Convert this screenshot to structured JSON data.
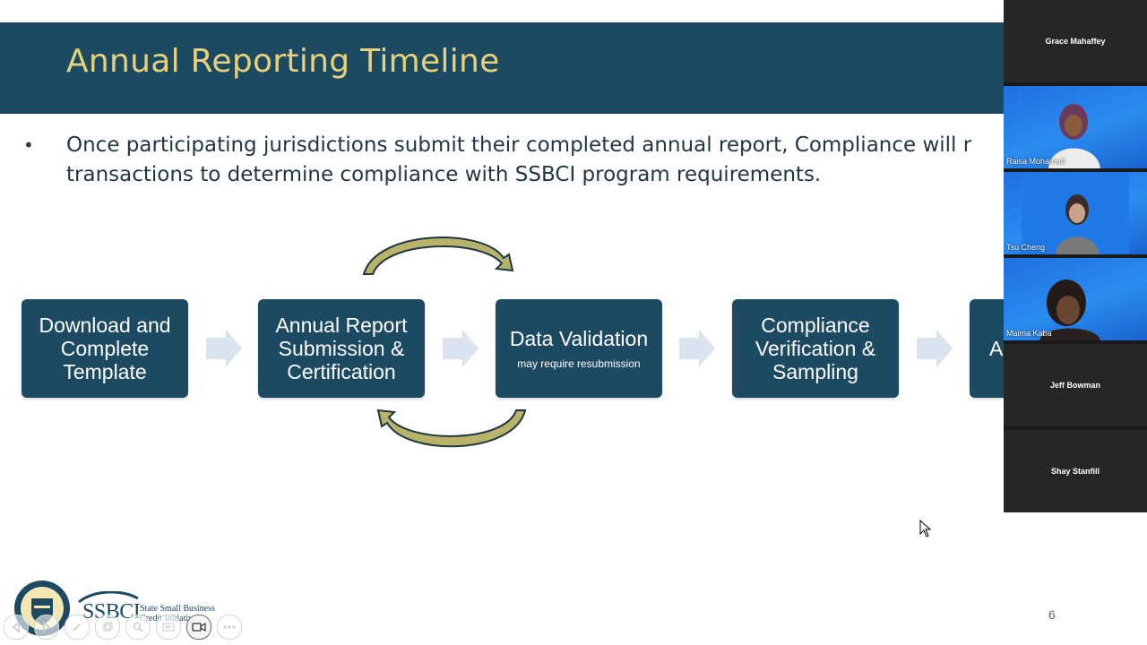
{
  "slide": {
    "title": "Annual Reporting Timeline",
    "bullet": "Once participating jurisdictions submit their completed annual report, Compliance will r transactions to determine compliance with SSBCI program requirements.",
    "steps": [
      {
        "label_lines": [
          "Download and",
          "Complete",
          "Template"
        ],
        "sub": ""
      },
      {
        "label_lines": [
          "Annual Report",
          "Submission &",
          "Certification"
        ],
        "sub": ""
      },
      {
        "label_lines": [
          "Data Validation"
        ],
        "sub": "may require resubmission"
      },
      {
        "label_lines": [
          "Compliance",
          "Verification &",
          "Sampling"
        ],
        "sub": ""
      },
      {
        "label_lines": [
          "A"
        ],
        "sub": ""
      }
    ],
    "page_number": "6",
    "logo": {
      "ssbci_word": "SSBCI",
      "ssbci_line1": "State Small Business",
      "ssbci_line2": "Credit Initiative"
    },
    "colors": {
      "title_bar": "#1d4a63",
      "title_text": "#e7d27a",
      "step_fill": "#1d4a63",
      "arrow_fill": "#d9e4f0",
      "cycle_fill": "#b7b46a"
    }
  },
  "participants": [
    {
      "name": "Grace Mahaffey",
      "video": false
    },
    {
      "name": "Raisa Mohamud",
      "video": true
    },
    {
      "name": "Tsu Cheng",
      "video": true
    },
    {
      "name": "Maima Kaba",
      "video": true
    },
    {
      "name": "Jeff Bowman",
      "video": false
    },
    {
      "name": "Shay Stanfill",
      "video": false
    }
  ],
  "toolbar": {
    "icons": [
      "prev-icon",
      "next-icon",
      "pen-icon",
      "copy-icon",
      "zoom-icon",
      "subtitles-icon",
      "camera-icon",
      "more-icon"
    ],
    "active": "camera-icon"
  }
}
